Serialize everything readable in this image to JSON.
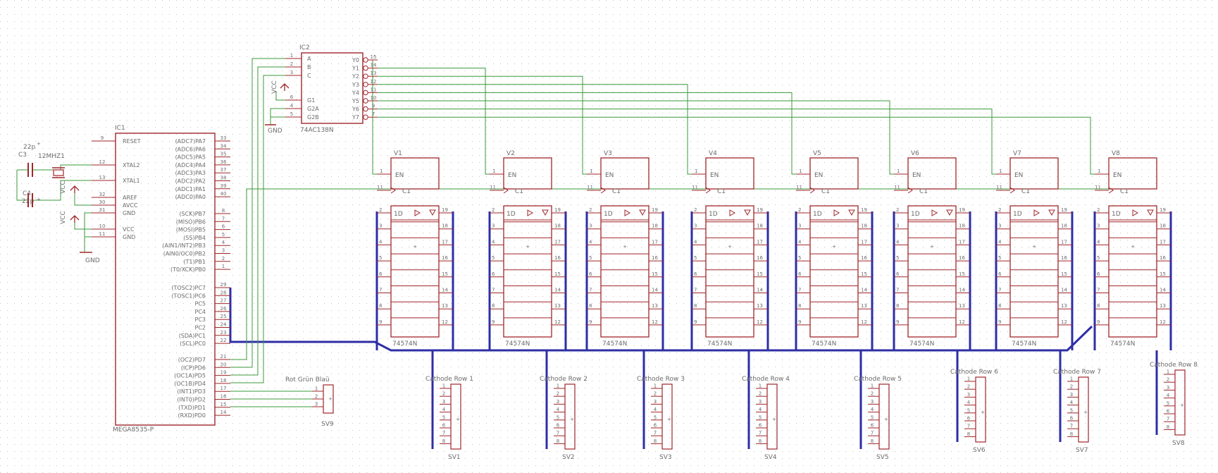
{
  "colors": {
    "background": "#ffffff",
    "grid_dot": "#c8c8c8",
    "symbol": "#a0262a",
    "wire": "#3a9a3a",
    "bus": "#2e2ea6",
    "text": "#6b6b6b"
  },
  "mcu": {
    "name": "IC1",
    "value": "MEGA8535-P",
    "left_pins": [
      {
        "num": "9",
        "label": "RESET"
      },
      {
        "num": "12",
        "label": "XTAL2"
      },
      {
        "num": "13",
        "label": "XTAL1"
      },
      {
        "num": "32",
        "label": "AREF"
      },
      {
        "num": "30",
        "label": "AVCC"
      },
      {
        "num": "31",
        "label": "GND"
      },
      {
        "num": "10",
        "label": "VCC"
      },
      {
        "num": "11",
        "label": "GND"
      }
    ],
    "right_pins": [
      {
        "num": "33",
        "label": "(ADC7)PA7"
      },
      {
        "num": "34",
        "label": "(ADC6)PA6"
      },
      {
        "num": "35",
        "label": "(ADC5)PA5"
      },
      {
        "num": "36",
        "label": "(ADC4)PA4"
      },
      {
        "num": "37",
        "label": "(ADC3)PA3"
      },
      {
        "num": "38",
        "label": "(ADC2)PA2"
      },
      {
        "num": "39",
        "label": "(ADC1)PA1"
      },
      {
        "num": "40",
        "label": "(ADC0)PA0"
      },
      {
        "num": "8",
        "label": "(SCK)PB7"
      },
      {
        "num": "7",
        "label": "(MISO)PB6"
      },
      {
        "num": "6",
        "label": "(MOSI)PB5"
      },
      {
        "num": "5",
        "label": "(SS)PB4"
      },
      {
        "num": "4",
        "label": "(AIN1/INT2)PB3"
      },
      {
        "num": "3",
        "label": "(AIN0/OC0)PB2"
      },
      {
        "num": "2",
        "label": "(T1)PB1"
      },
      {
        "num": "1",
        "label": "(T0/XCK)PB0"
      },
      {
        "num": "29",
        "label": "(TOSC2)PC7"
      },
      {
        "num": "28",
        "label": "(TOSC1)PC6"
      },
      {
        "num": "27",
        "label": "PC5"
      },
      {
        "num": "26",
        "label": "PC4"
      },
      {
        "num": "25",
        "label": "PC3"
      },
      {
        "num": "24",
        "label": "PC2"
      },
      {
        "num": "23",
        "label": "(SDA)PC1"
      },
      {
        "num": "22",
        "label": "(SCL)PC0"
      },
      {
        "num": "21",
        "label": "(OC2)PD7"
      },
      {
        "num": "20",
        "label": "(ICP)PD6"
      },
      {
        "num": "19",
        "label": "(OC1A)PD5"
      },
      {
        "num": "18",
        "label": "(OC1B)PD4"
      },
      {
        "num": "17",
        "label": "(INT1)PD3"
      },
      {
        "num": "16",
        "label": "(INT0)PD2"
      },
      {
        "num": "15",
        "label": "(TXD)PD1"
      },
      {
        "num": "14",
        "label": "(RXD)PD0"
      }
    ]
  },
  "decoder": {
    "name": "IC2",
    "value": "74AC138N",
    "left_pins": [
      {
        "num": "1",
        "label": "A"
      },
      {
        "num": "2",
        "label": "B"
      },
      {
        "num": "3",
        "label": "C"
      },
      {
        "num": "6",
        "label": "G1"
      },
      {
        "num": "4",
        "label": "G2A"
      },
      {
        "num": "5",
        "label": "G2B"
      }
    ],
    "right_pins": [
      {
        "num": "15",
        "label": "Y0"
      },
      {
        "num": "14",
        "label": "Y1"
      },
      {
        "num": "13",
        "label": "Y2"
      },
      {
        "num": "12",
        "label": "Y3"
      },
      {
        "num": "11",
        "label": "Y4"
      },
      {
        "num": "10",
        "label": "Y5"
      },
      {
        "num": "9",
        "label": "Y6"
      },
      {
        "num": "7",
        "label": "Y7"
      }
    ]
  },
  "crystal": {
    "name": "12MHZ1"
  },
  "capacitors": [
    {
      "name": "C3",
      "value": "22p"
    },
    {
      "name": "C4",
      "value": "22p"
    }
  ],
  "power_labels": {
    "vcc": "VCC",
    "gnd": "GND"
  },
  "rgb_header": {
    "name": "SV9",
    "title": "Rot Grün Blaü",
    "pins": [
      "1",
      "2",
      "3"
    ]
  },
  "latches": [
    {
      "name": "V1",
      "value": "74574N"
    },
    {
      "name": "V2",
      "value": "74574N"
    },
    {
      "name": "V3",
      "value": "74574N"
    },
    {
      "name": "V4",
      "value": "74574N"
    },
    {
      "name": "V5",
      "value": "74574N"
    },
    {
      "name": "V6",
      "value": "74574N"
    },
    {
      "name": "V7",
      "value": "74574N"
    },
    {
      "name": "V8",
      "value": "74574N"
    }
  ],
  "latch_labels": {
    "en": "EN",
    "c1": "C1",
    "d1": "1D",
    "en_pin": "1",
    "clk_pin": "11",
    "left_pins": [
      "2",
      "3",
      "4",
      "5",
      "6",
      "7",
      "8",
      "9"
    ],
    "right_pins": [
      "19",
      "18",
      "17",
      "16",
      "15",
      "14",
      "13",
      "12"
    ]
  },
  "cathode_headers": [
    {
      "name": "SV1",
      "title": "Cathode Row 1"
    },
    {
      "name": "SV2",
      "title": "Cathode Row 2"
    },
    {
      "name": "SV3",
      "title": "Cathode Row 3"
    },
    {
      "name": "SV4",
      "title": "Cathode Row 4"
    },
    {
      "name": "SV5",
      "title": "Cathode Row 5"
    },
    {
      "name": "SV6",
      "title": "Cathode Row 6"
    },
    {
      "name": "SV7",
      "title": "Cathode Row 7"
    },
    {
      "name": "SV8",
      "title": "Cathode Row 8"
    }
  ],
  "header_pins": [
    "1",
    "2",
    "3",
    "4",
    "5",
    "6",
    "7",
    "8"
  ]
}
